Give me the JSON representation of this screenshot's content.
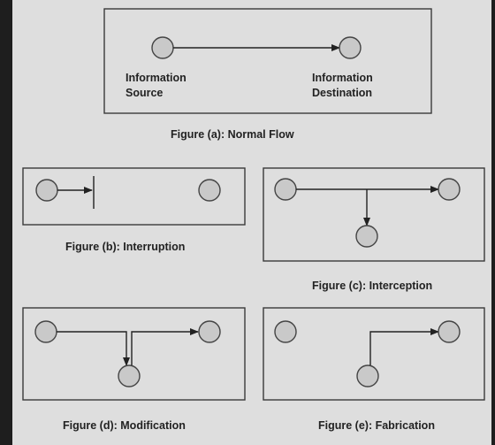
{
  "figure_a": {
    "source_label_line1": "Information",
    "source_label_line2": "Source",
    "destination_label_line1": "Information",
    "destination_label_line2": "Destination",
    "caption": "Figure (a):  Normal Flow"
  },
  "figure_b": {
    "caption": "Figure (b):  Interruption"
  },
  "figure_c": {
    "caption": "Figure (c):  Interception"
  },
  "figure_d": {
    "caption": "Figure (d):  Modification"
  },
  "figure_e": {
    "caption": "Figure (e):  Fabrication"
  },
  "colors": {
    "background": "#1e1e1e",
    "panel": "#dedede",
    "node_fill": "#c9c9c9",
    "stroke": "#222222"
  }
}
